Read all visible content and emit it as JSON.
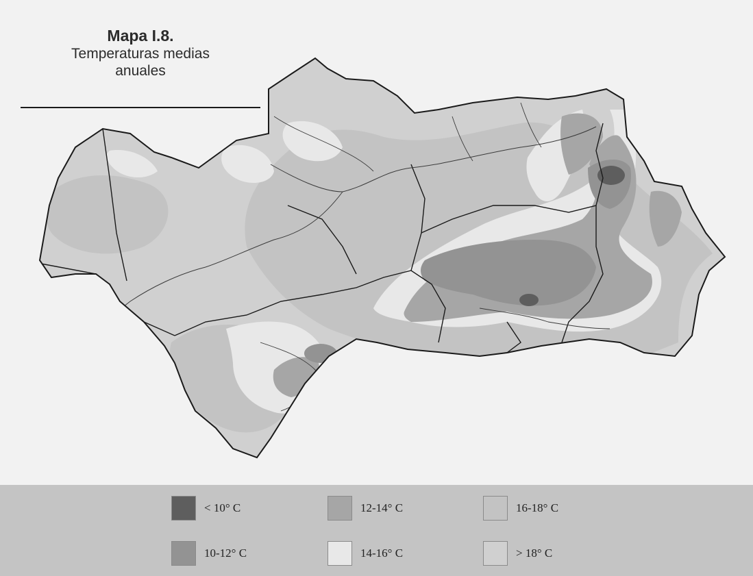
{
  "title": {
    "line1": "Mapa I.8.",
    "line2": "Temperaturas medias",
    "line3": "anuales"
  },
  "colors": {
    "background": "#f2f2f2",
    "legend_band": "#c4c4c4",
    "t_lt10": "#5e5e5e",
    "t_10_12": "#939393",
    "t_12_14": "#a6a6a6",
    "t_14_16": "#e8e8e8",
    "t_16_18": "#c3c3c3",
    "t_gt18": "#d0d0d0",
    "boundary": "#1a1a1a",
    "river": "#3a3a3a"
  },
  "legend": {
    "items": [
      {
        "label": "< 10° C",
        "color": "#5e5e5e"
      },
      {
        "label": "12-14° C",
        "color": "#a6a6a6"
      },
      {
        "label": "16-18° C",
        "color": "#c3c3c3"
      },
      {
        "label": "10-12° C",
        "color": "#939393"
      },
      {
        "label": "14-16° C",
        "color": "#e8e8e8"
      },
      {
        "label": "> 18° C",
        "color": "#d0d0d0"
      }
    ]
  }
}
